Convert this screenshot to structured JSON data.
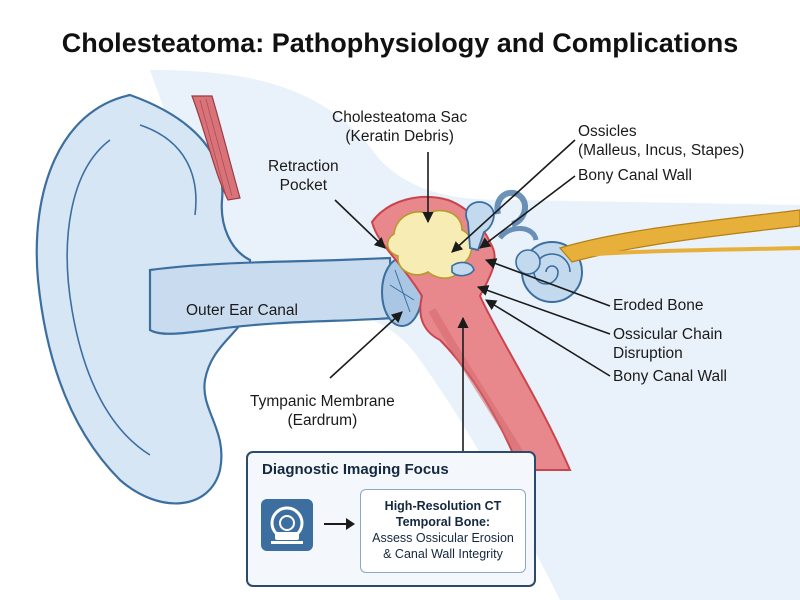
{
  "title": "Cholesteatoma: Pathophysiology and Complications",
  "labels": {
    "cholesteatoma_sac": [
      "Cholesteatoma Sac",
      "(Keratin Debris)"
    ],
    "ossicles": [
      "Ossicles",
      "(Malleus, Incus, Stapes)"
    ],
    "retraction_pocket": [
      "Retraction",
      "Pocket"
    ],
    "bony_canal_wall_top": "Bony Canal Wall",
    "outer_ear_canal": "Outer Ear Canal",
    "eroded_bone": "Eroded Bone",
    "ossicular_chain": [
      "Ossicular Chain",
      "Disruption"
    ],
    "bony_canal_wall_bottom": "Bony Canal Wall",
    "tympanic_membrane": [
      "Tympanic Membrane",
      "(Eardrum)"
    ]
  },
  "panel": {
    "title": "Diagnostic Imaging Focus",
    "ct_line1": "High-Resolution CT",
    "ct_line2": "Temporal Bone:",
    "ct_line3": "Assess Ossicular Erosion",
    "ct_line4": "& Canal Wall Integrity",
    "icon": "ct-scanner-icon"
  },
  "colors": {
    "outline": "#3c6f9f",
    "tissue": "#dce9f6",
    "inflamed": "#e9888c",
    "keratin": "#f6ecb4",
    "nerve": "#e7b03a"
  }
}
